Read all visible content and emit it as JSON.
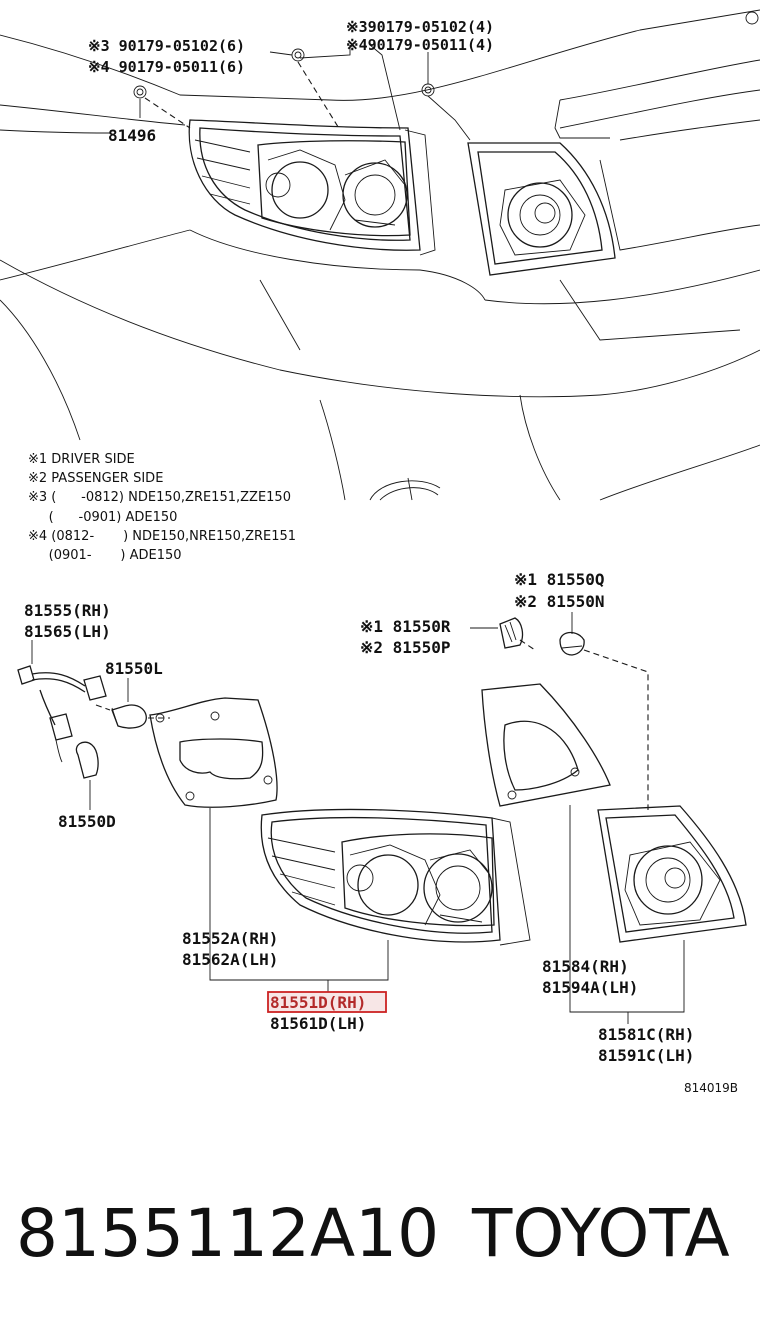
{
  "top_labels": {
    "screw_left_1": "※3 90179-05102(6)",
    "screw_left_2": "※4 90179-05011(6)",
    "screw_right_1": "※390179-05102(4)",
    "screw_right_2": "※490179-05011(4)",
    "clip": "81496"
  },
  "notes": [
    "※1 DRIVER SIDE",
    "※2 PASSENGER SIDE",
    "※3 (      -0812) NDE150,ZRE151,ZZE150",
    "     (      -0901) ADE150",
    "※4 (0812-       ) NDE150,NRE150,ZRE151",
    "     (0901-       ) ADE150"
  ],
  "part_labels": {
    "socket_rh": "81555(RH)",
    "socket_lh": "81565(LH)",
    "bulb_l": "81550L",
    "bulb_d": "81550D",
    "bulb_q": "※1 81550Q",
    "bulb_n": "※2 81550N",
    "bulb_r": "※1 81550R",
    "bulb_p": "※2 81550P",
    "gasket_rh": "81552A(RH)",
    "gasket_lh": "81562A(LH)",
    "lamp_rh": "81551D(RH)",
    "lamp_lh": "81561D(LH)",
    "lid_gasket_rh": "81584(RH)",
    "lid_gasket_lh": "81594A(LH)",
    "lid_lamp_rh": "81581C(RH)",
    "lid_lamp_lh": "81591C(LH)"
  },
  "diagram_ref": "814019B",
  "caption": {
    "part_number": "8155112A10",
    "brand": "TOYOTA"
  },
  "colors": {
    "highlight": "#cc2222"
  }
}
